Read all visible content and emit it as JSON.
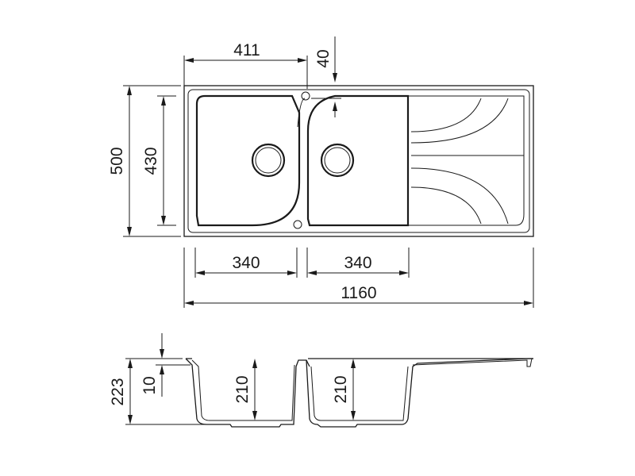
{
  "diagram": {
    "top_view": {
      "width_total": "1160",
      "depth_total": "500",
      "bowl_depth": "430",
      "drainer_offset": "411",
      "edge_offset": "40",
      "bowl_left_width": "340",
      "bowl_right_width": "340"
    },
    "section_view": {
      "overall_height": "223",
      "rim_thickness": "10",
      "bowl_left_depth": "210",
      "bowl_right_depth": "210"
    }
  }
}
